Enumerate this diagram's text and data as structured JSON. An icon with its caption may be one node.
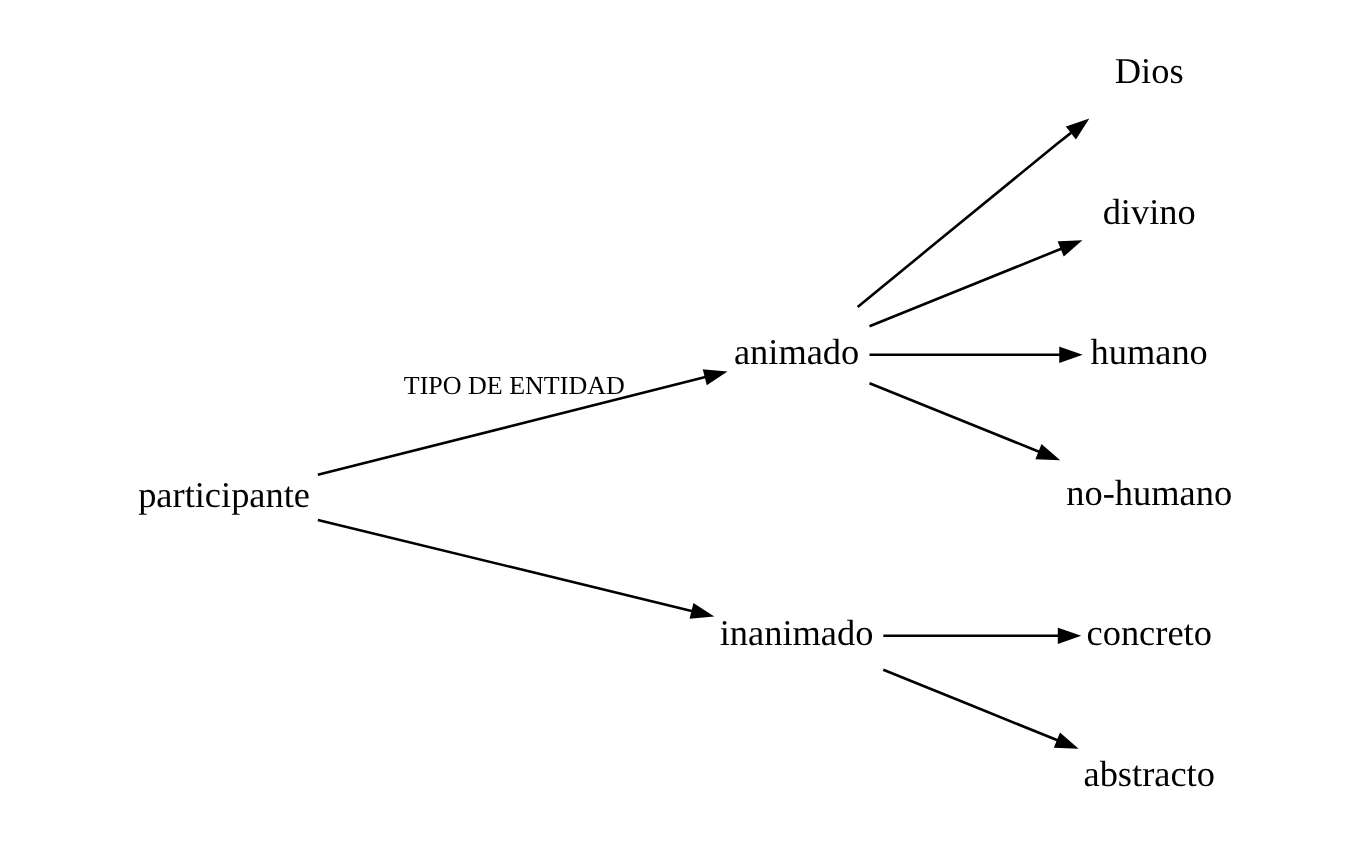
{
  "diagram": {
    "nodes": [
      {
        "text": [
          "participante"
        ]
      },
      {
        "text": [
          "animado"
        ]
      },
      {
        "text": [
          "inanimado"
        ]
      },
      {
        "text": [
          "Dios"
        ]
      },
      {
        "text": [
          "divino"
        ]
      },
      {
        "text": [
          "humano"
        ]
      },
      {
        "text": [
          "no-humano"
        ]
      },
      {
        "text": [
          "concreto"
        ]
      },
      {
        "text": [
          "abstracto"
        ]
      }
    ],
    "edges": [
      {
        "from": 0,
        "to": 1,
        "arrow": "to",
        "label": "TIPO DE ENTIDAD"
      },
      {
        "from": 0,
        "to": 2,
        "arrow": "to"
      },
      {
        "from": 1,
        "to": 3,
        "arrow": "to"
      },
      {
        "from": 1,
        "to": 4,
        "arrow": "to"
      },
      {
        "from": 1,
        "to": 5,
        "arrow": "to"
      },
      {
        "from": 1,
        "to": 6,
        "arrow": "to"
      },
      {
        "from": 2,
        "to": 7,
        "arrow": "to"
      },
      {
        "from": 2,
        "to": 8,
        "arrow": "to"
      }
    ]
  }
}
